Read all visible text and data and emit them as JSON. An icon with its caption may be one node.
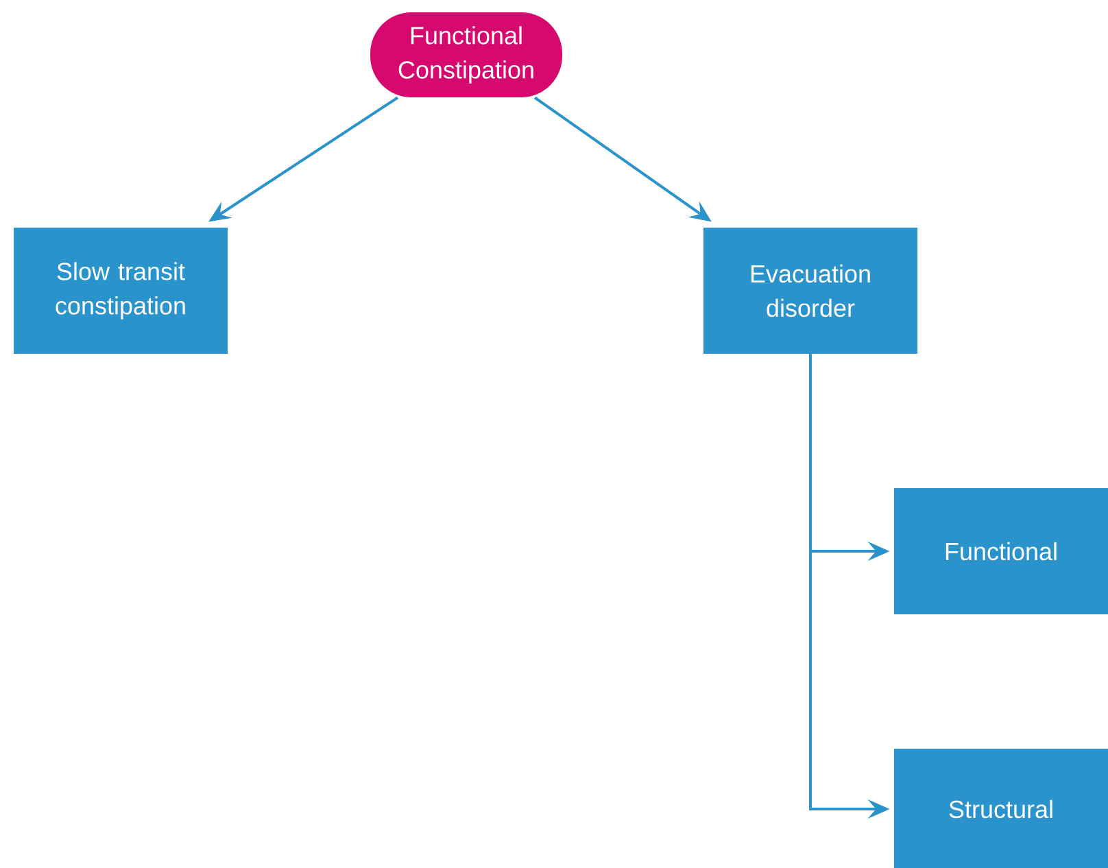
{
  "diagram": {
    "nodes": [
      {
        "text": [
          "Functional Constipation"
        ]
      },
      {
        "text": [
          "Slow transit constipation"
        ]
      },
      {
        "text": [
          "Evacuation disorder"
        ]
      },
      {
        "text": [
          "Functional"
        ]
      },
      {
        "text": [
          "Structural"
        ]
      }
    ],
    "edges": [
      {
        "from": 0,
        "to": 1,
        "arrow": "to"
      },
      {
        "from": 0,
        "to": 2,
        "arrow": "to"
      },
      {
        "from": 2,
        "to": 3,
        "arrow": "to"
      },
      {
        "from": 2,
        "to": 4,
        "arrow": "to"
      }
    ]
  }
}
